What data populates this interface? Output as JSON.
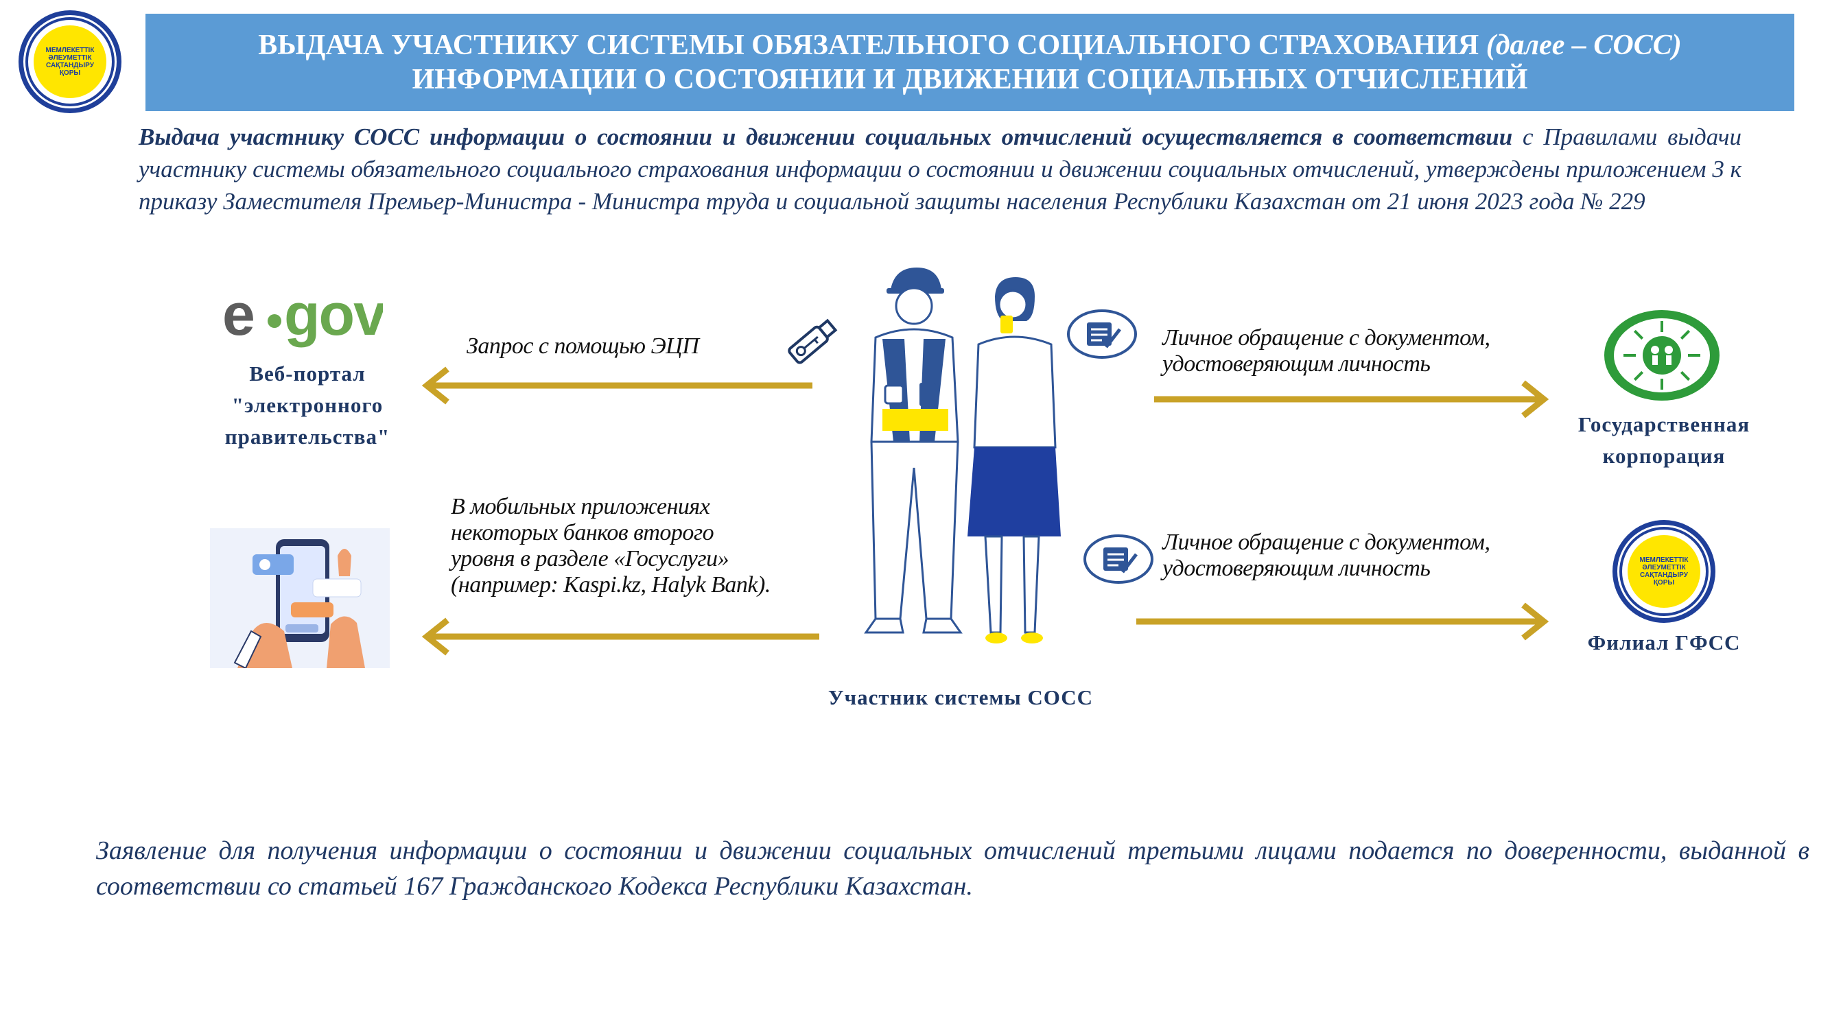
{
  "header": {
    "logo_text": "МЕМЛЕКЕТТІК\nӘЛЕУМЕТТІК\nСАҚТАНДЫРУ\nҚОРЫ",
    "title_line1": "ВЫДАЧА УЧАСТНИКУ СИСТЕМЫ ОБЯЗАТЕЛЬНОГО СОЦИАЛЬНОГО СТРАХОВАНИЯ",
    "title_line1_italic": " (далее – СОСС)",
    "title_line2": "ИНФОРМАЦИИ О СОСТОЯНИИ И ДВИЖЕНИИ СОЦИАЛЬНЫХ ОТЧИСЛЕНИЙ"
  },
  "intro": {
    "bold": "Выдача участнику СОСС информации о состоянии и движении социальных отчислений осуществляется в соответствии",
    "rest": " с Правилами выдачи участнику системы обязательного социального страхования информации о состоянии и движении социальных отчислений, утверждены приложением 3 к приказу Заместителя Премьер-Министра - Министра труда и социальной защиты населения Республики Казахстан от 21 июня 2023 года № 229"
  },
  "diagram": {
    "egov_logo": "egov",
    "egov_label": "Веб-портал\n\"электронного\nправительства\"",
    "step_ecp": "Запрос с помощью ЭЦП",
    "step_mobile": "В мобильных приложениях\nнекоторых банков второго\nуровня в разделе «Госуслуги»\n(например: Kaspi.kz, Halyk Bank).",
    "step_corp": "Личное обращение с документом,\nудостоверяющим личность",
    "step_branch": "Личное обращение с документом,\nудостоверяющим личность",
    "corp_label": "Государственная\nкорпорация",
    "branch_label": "Филиал ГФСС",
    "branch_logo_text": "МЕМЛЕКЕТТІК\nӘЛЕУМЕТТІК\nСАҚТАНДЫРУ\nҚОРЫ",
    "participant_label": "Участник системы СОСС"
  },
  "footer": {
    "text": "Заявление для получения информации о состоянии и движении социальных отчислений третьими лицами подается по доверенности, выданной в соответствии со статьей 167 Гражданского Кодекса Республики Казахстан."
  },
  "colors": {
    "title_band": "#5b9bd5",
    "navy_text": "#1f3864",
    "arrow_gold": "#c9a227",
    "logo_blue": "#1f3f9a",
    "logo_yellow": "#ffe600",
    "corp_green": "#2e9b3a"
  },
  "icons": [
    "usb-key-icon",
    "document-pen-icon",
    "document-pen-icon-2",
    "phone-app-icon",
    "participants-illustration"
  ]
}
